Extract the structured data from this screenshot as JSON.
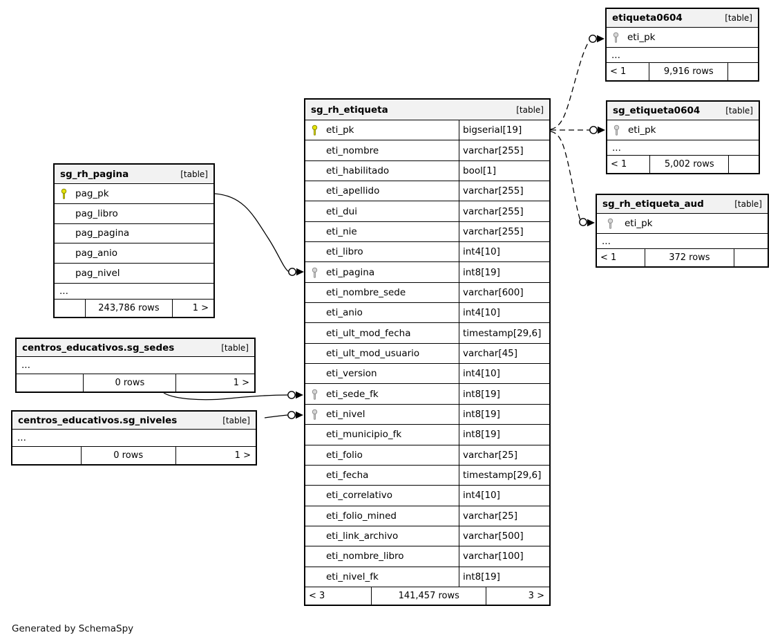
{
  "page": {
    "footer_note": "Generated by SchemaSpy"
  },
  "labels": {
    "table_tag": "[table]",
    "ellipsis": "..."
  },
  "colors": {
    "pk_fill": "#e6e409",
    "pk_stroke": "#8a8a00",
    "fk_fill": "#d6d6d6",
    "fk_stroke": "#8f8f8f"
  },
  "tables": {
    "sg_rh_etiqueta": {
      "name": "sg_rh_etiqueta",
      "columns": [
        {
          "name": "eti_pk",
          "type": "bigserial[19]",
          "key": "pk"
        },
        {
          "name": "eti_nombre",
          "type": "varchar[255]"
        },
        {
          "name": "eti_habilitado",
          "type": "bool[1]"
        },
        {
          "name": "eti_apellido",
          "type": "varchar[255]"
        },
        {
          "name": "eti_dui",
          "type": "varchar[255]"
        },
        {
          "name": "eti_nie",
          "type": "varchar[255]"
        },
        {
          "name": "eti_libro",
          "type": "int4[10]"
        },
        {
          "name": "eti_pagina",
          "type": "int8[19]",
          "key": "fk"
        },
        {
          "name": "eti_nombre_sede",
          "type": "varchar[600]"
        },
        {
          "name": "eti_anio",
          "type": "int4[10]"
        },
        {
          "name": "eti_ult_mod_fecha",
          "type": "timestamp[29,6]"
        },
        {
          "name": "eti_ult_mod_usuario",
          "type": "varchar[45]"
        },
        {
          "name": "eti_version",
          "type": "int4[10]"
        },
        {
          "name": "eti_sede_fk",
          "type": "int8[19]",
          "key": "fk"
        },
        {
          "name": "eti_nivel",
          "type": "int8[19]",
          "key": "fk"
        },
        {
          "name": "eti_municipio_fk",
          "type": "int8[19]"
        },
        {
          "name": "eti_folio",
          "type": "varchar[25]"
        },
        {
          "name": "eti_fecha",
          "type": "timestamp[29,6]"
        },
        {
          "name": "eti_correlativo",
          "type": "int4[10]"
        },
        {
          "name": "eti_folio_mined",
          "type": "varchar[25]"
        },
        {
          "name": "eti_link_archivo",
          "type": "varchar[500]"
        },
        {
          "name": "eti_nombre_libro",
          "type": "varchar[100]"
        },
        {
          "name": "eti_nivel_fk",
          "type": "int8[19]"
        }
      ],
      "footer": {
        "left": "< 3",
        "center": "141,457 rows",
        "right": "3 >"
      }
    },
    "sg_rh_pagina": {
      "name": "sg_rh_pagina",
      "columns": [
        {
          "name": "pag_pk",
          "key": "pk"
        },
        {
          "name": "pag_libro"
        },
        {
          "name": "pag_pagina"
        },
        {
          "name": "pag_anio"
        },
        {
          "name": "pag_nivel"
        }
      ],
      "footer": {
        "left": "",
        "center": "243,786 rows",
        "right": "1 >"
      }
    },
    "sg_sedes": {
      "name": "centros_educativos.sg_sedes",
      "footer": {
        "left": "",
        "center": "0 rows",
        "right": "1 >"
      }
    },
    "sg_niveles": {
      "name": "centros_educativos.sg_niveles",
      "footer": {
        "left": "",
        "center": "0 rows",
        "right": "1 >"
      }
    },
    "etiqueta0604": {
      "name": "etiqueta0604",
      "columns": [
        {
          "name": "eti_pk",
          "key": "fk"
        }
      ],
      "footer": {
        "left": "< 1",
        "center": "9,916 rows",
        "right": ""
      }
    },
    "sg_etiqueta0604": {
      "name": "sg_etiqueta0604",
      "columns": [
        {
          "name": "eti_pk",
          "key": "fk"
        }
      ],
      "footer": {
        "left": "< 1",
        "center": "5,002 rows",
        "right": ""
      }
    },
    "sg_rh_etiqueta_aud": {
      "name": "sg_rh_etiqueta_aud",
      "columns": [
        {
          "name": "eti_pk",
          "key": "fk"
        }
      ],
      "footer": {
        "left": "< 1",
        "center": "372 rows",
        "right": ""
      }
    }
  },
  "relationships": [
    {
      "from": "sg_rh_pagina.pag_pk",
      "to": "sg_rh_etiqueta.eti_pagina",
      "style": "solid"
    },
    {
      "from": "centros_educativos.sg_sedes",
      "to": "sg_rh_etiqueta.eti_sede_fk",
      "style": "solid"
    },
    {
      "from": "centros_educativos.sg_niveles",
      "to": "sg_rh_etiqueta.eti_nivel",
      "style": "solid"
    },
    {
      "from": "sg_rh_etiqueta.eti_pk",
      "to": "etiqueta0604.eti_pk",
      "style": "dashed"
    },
    {
      "from": "sg_rh_etiqueta.eti_pk",
      "to": "sg_etiqueta0604.eti_pk",
      "style": "dashed"
    },
    {
      "from": "sg_rh_etiqueta.eti_pk",
      "to": "sg_rh_etiqueta_aud.eti_pk",
      "style": "dashed"
    }
  ]
}
